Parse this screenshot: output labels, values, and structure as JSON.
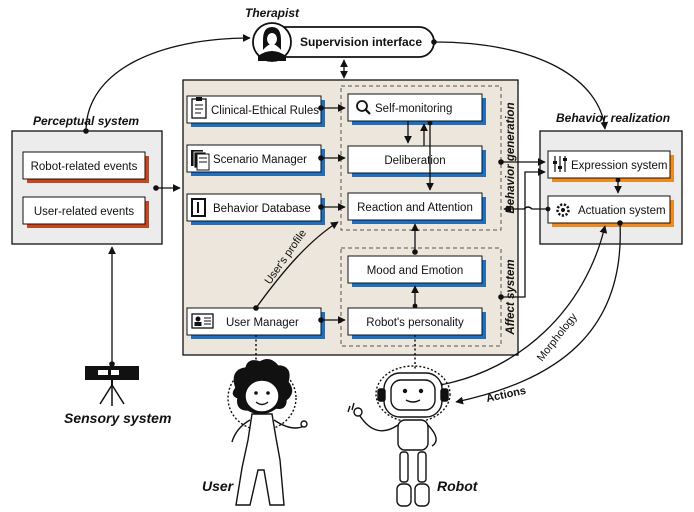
{
  "therapist": {
    "title": "Therapist",
    "interface": "Supervision interface"
  },
  "perceptual": {
    "title": "Perceptual system",
    "items": [
      "Robot-related events",
      "User-related events"
    ]
  },
  "sensory": {
    "title": "Sensory system"
  },
  "core": {
    "left_modules": [
      "Clinical-Ethical Rules",
      "Scenario Manager",
      "Behavior Database",
      "User Manager"
    ],
    "behavior_generation": {
      "title": "Behavior generation",
      "modules": [
        "Self-monitoring",
        "Deliberation",
        "Reaction and Attention"
      ]
    },
    "affect": {
      "title": "Affect system",
      "modules": [
        "Mood and Emotion",
        "Robot's personality"
      ]
    },
    "users_profile_label": "User's profile"
  },
  "realization": {
    "title": "Behavior realization",
    "items": [
      "Expression system",
      "Actuation system"
    ]
  },
  "edges": {
    "morphology": "Morphology",
    "actions": "Actions"
  },
  "actors": {
    "user": "User",
    "robot": "Robot"
  },
  "colors": {
    "core_bg": "#ede6dc",
    "panel_bg": "#ececec",
    "blue_shadow": "#1f6fc0",
    "orange_shadow": "#f08a1c",
    "red_shadow": "#c8461e"
  }
}
